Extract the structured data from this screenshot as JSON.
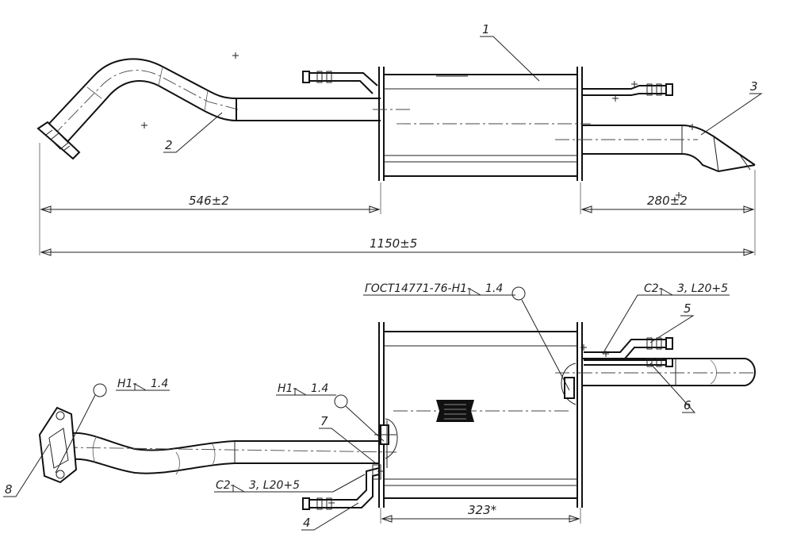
{
  "title": "",
  "dimensions": {
    "d1": "546±2",
    "d2": "280±2",
    "d3": "1150±5",
    "d4": "323*"
  },
  "callouts": {
    "c1": "1",
    "c2": "2",
    "c3": "3",
    "c4": "4",
    "c5": "5",
    "c6": "6",
    "c7": "7",
    "c8": "8"
  },
  "weld_notes": {
    "gost": "ГОСТ14771-76-Н1-",
    "gost_leg": "1.4",
    "h1_left": "Н1-",
    "h1_left_leg": "1.4",
    "h1_mid": "Н1-",
    "h1_mid_leg": "1.4",
    "c2_top": "С2-",
    "c2_top_leg": "3, L20+5",
    "c2_bottom": "С2-",
    "c2_bottom_leg": "3, L20+5"
  }
}
